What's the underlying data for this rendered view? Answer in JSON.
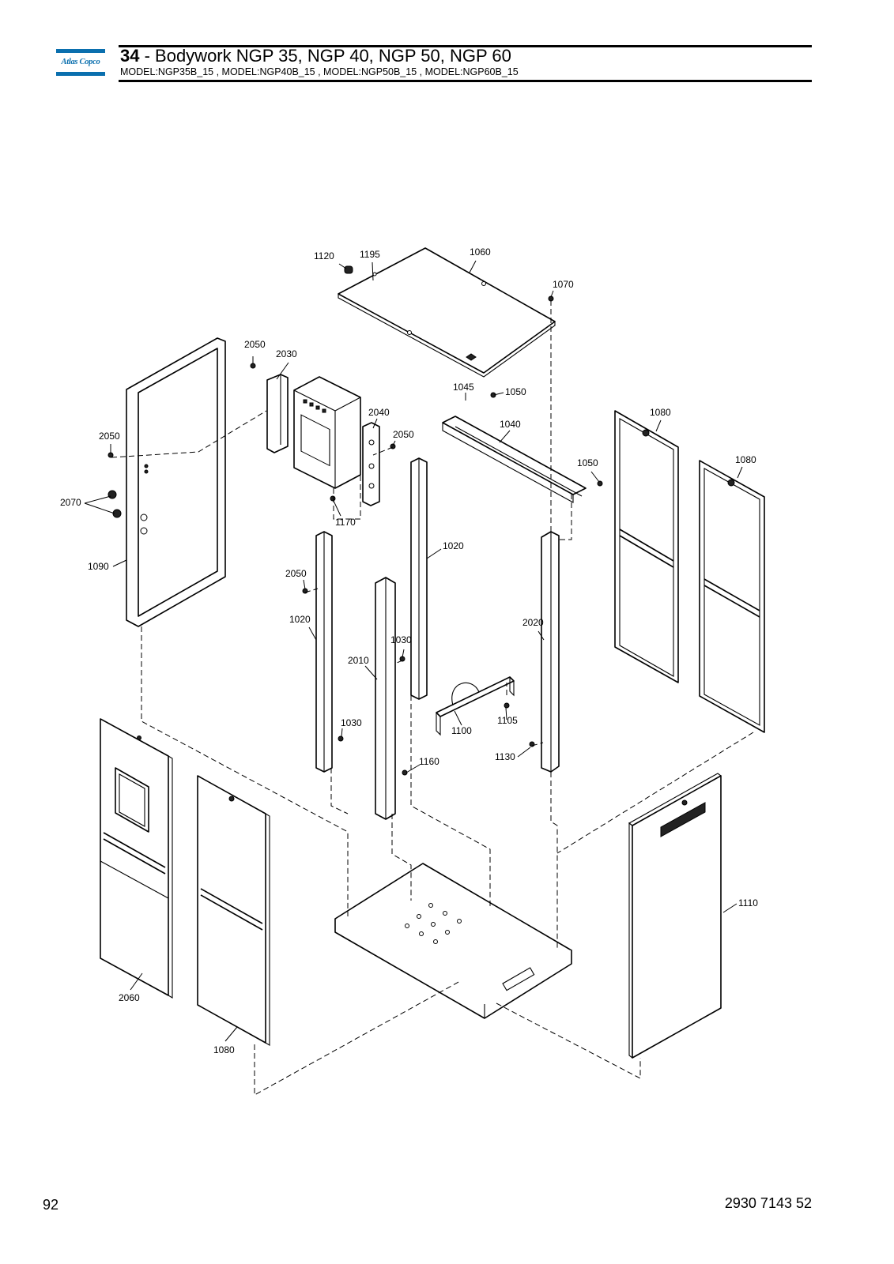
{
  "header": {
    "brand": "Atlas Copco",
    "section_number": "34",
    "title_text": " - Bodywork NGP 35, NGP 40, NGP 50, NGP 60",
    "models": "MODEL:NGP35B_15 , MODEL:NGP40B_15 , MODEL:NGP50B_15 , MODEL:NGP60B_15"
  },
  "footer": {
    "page_number": "92",
    "document_number": "2930 7143 52"
  },
  "callouts": {
    "c1120": "1120",
    "c1195": "1195",
    "c1060": "1060",
    "c1070": "1070",
    "c2050a": "2050",
    "c2030": "2030",
    "c1045": "1045",
    "c1050a": "1050",
    "c2040": "2040",
    "c2050b": "2050",
    "c1040": "1040",
    "c1080a": "1080",
    "c2050c": "2050",
    "c1050b": "1050",
    "c1080b": "1080",
    "c2070": "2070",
    "c1170": "1170",
    "c1020a": "1020",
    "c1090": "1090",
    "c2050d": "2050",
    "c1020b": "1020",
    "c2020": "2020",
    "c1030a": "1030",
    "c2010": "2010",
    "c1030b": "1030",
    "c1105": "1105",
    "c1100": "1100",
    "c1160": "1160",
    "c1130": "1130",
    "c1110": "1110",
    "c2060": "2060",
    "c1080c": "1080"
  }
}
